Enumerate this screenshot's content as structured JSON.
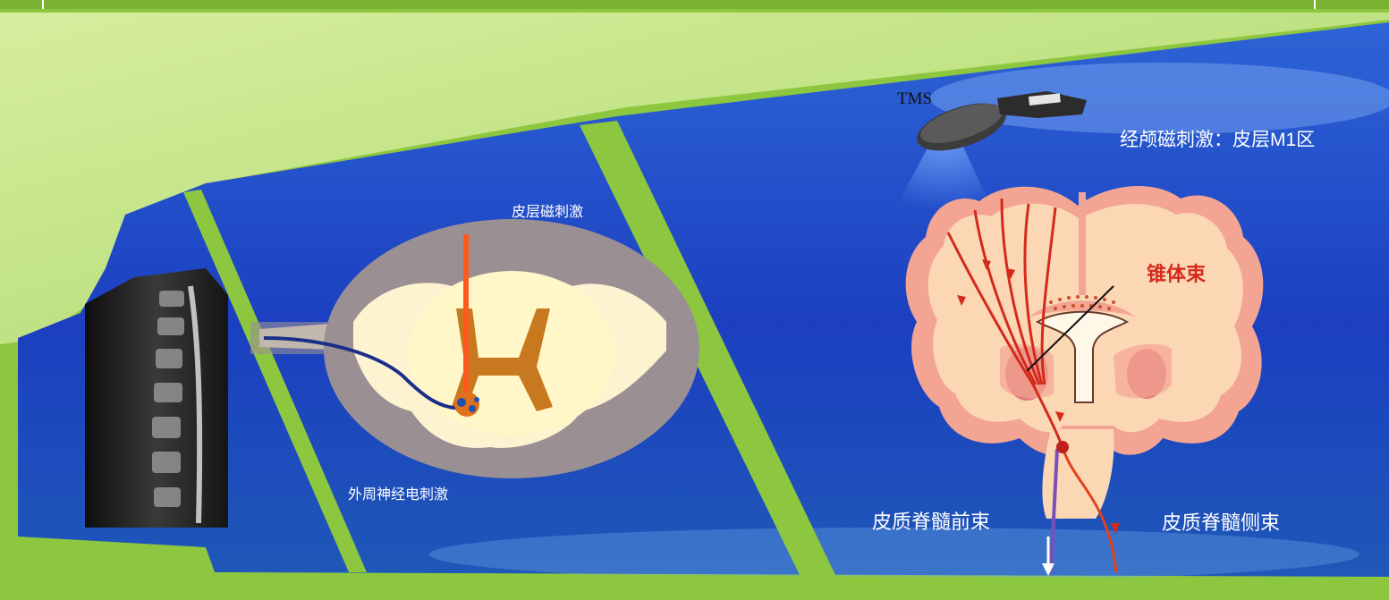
{
  "diagram": {
    "labels": {
      "tms": "TMS",
      "tms_title": "经颅磁刺激：皮层M1区",
      "cortical_magnetic": "皮层磁刺激",
      "peripheral_electric": "外周神经电刺激",
      "pyramidal_tract": "锥体束",
      "anterior_corticospinal": "皮质脊髓前束",
      "lateral_corticospinal": "皮质脊髓侧束"
    },
    "colors": {
      "frame_green": "#8dc63f",
      "light_green": "#bfe08a",
      "panel_blue": "#1d46c9",
      "tract_red": "#e2411f",
      "gray_matter_cord": "#c8781e",
      "brain_pink": "#f3a493",
      "brain_inner": "#fbd7b4"
    }
  }
}
